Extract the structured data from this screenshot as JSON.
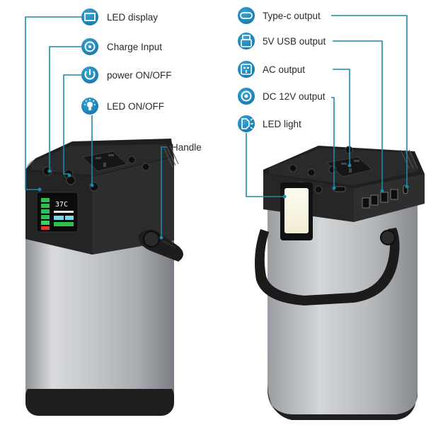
{
  "colors": {
    "accent": "#1f8fc0",
    "lead_line": "#1a8aa8",
    "body_silver": "#b9bcc0",
    "cap_black": "#1f1f1f"
  },
  "left_callouts": [
    {
      "icon": "display-icon",
      "text": "LED display"
    },
    {
      "icon": "charge-input-icon",
      "text": "Charge Input"
    },
    {
      "icon": "power-icon",
      "text": "power ON/OFF"
    },
    {
      "icon": "bulb-icon",
      "text": "LED ON/OFF"
    },
    {
      "icon": "handle-marker",
      "text": "Handle"
    }
  ],
  "right_callouts": [
    {
      "icon": "type-c-icon",
      "text": "Type-c output"
    },
    {
      "icon": "usb-icon",
      "text": "5V USB output"
    },
    {
      "icon": "ac-socket-icon",
      "text": "AC output"
    },
    {
      "icon": "dc-port-icon",
      "text": "DC 12V output"
    },
    {
      "icon": "led-light-icon",
      "text": "LED light"
    }
  ],
  "led_display": {
    "temperature": "37C"
  }
}
